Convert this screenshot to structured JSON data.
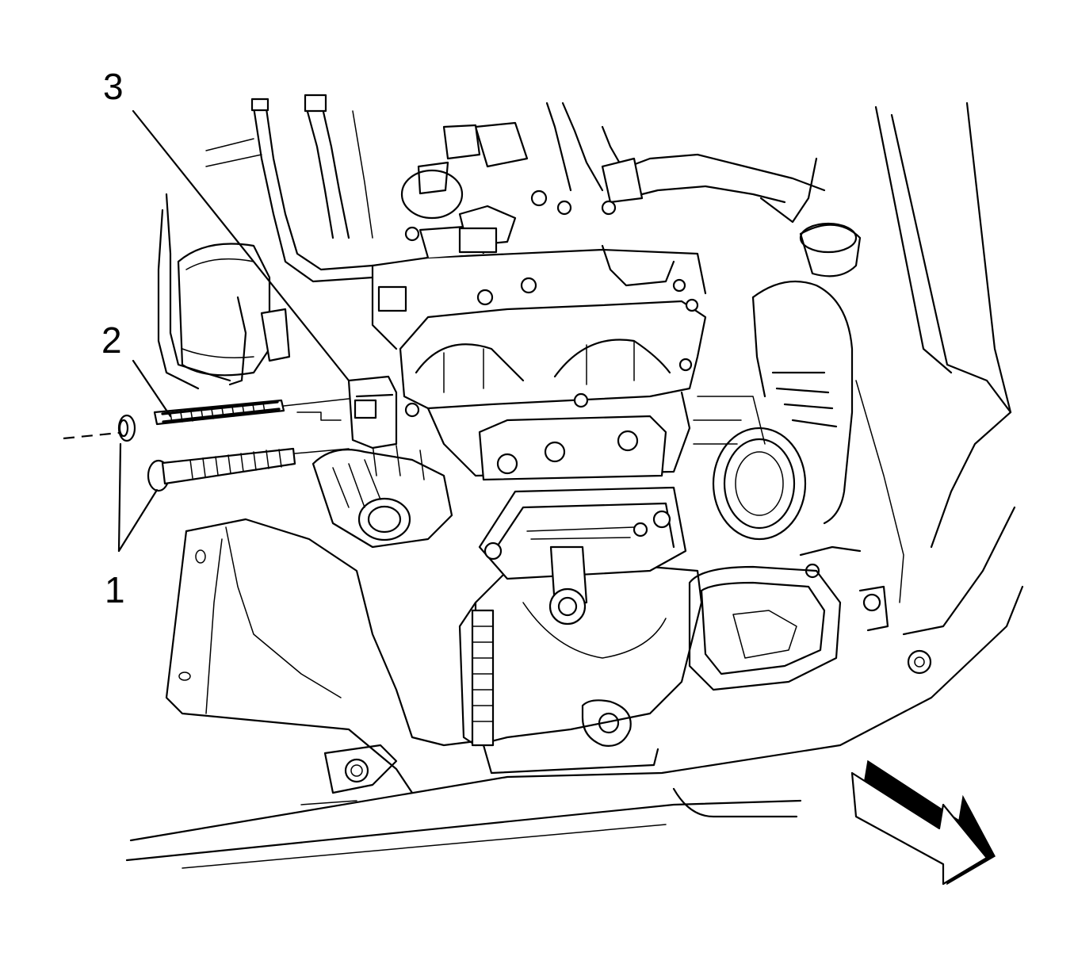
{
  "callouts": [
    {
      "id": "1",
      "label": "1"
    },
    {
      "id": "2",
      "label": "2"
    },
    {
      "id": "3",
      "label": "3"
    }
  ],
  "direction_arrow": {
    "icon": "front-direction-arrow-icon"
  },
  "colors": {
    "line": "#000000",
    "background": "#ffffff"
  }
}
